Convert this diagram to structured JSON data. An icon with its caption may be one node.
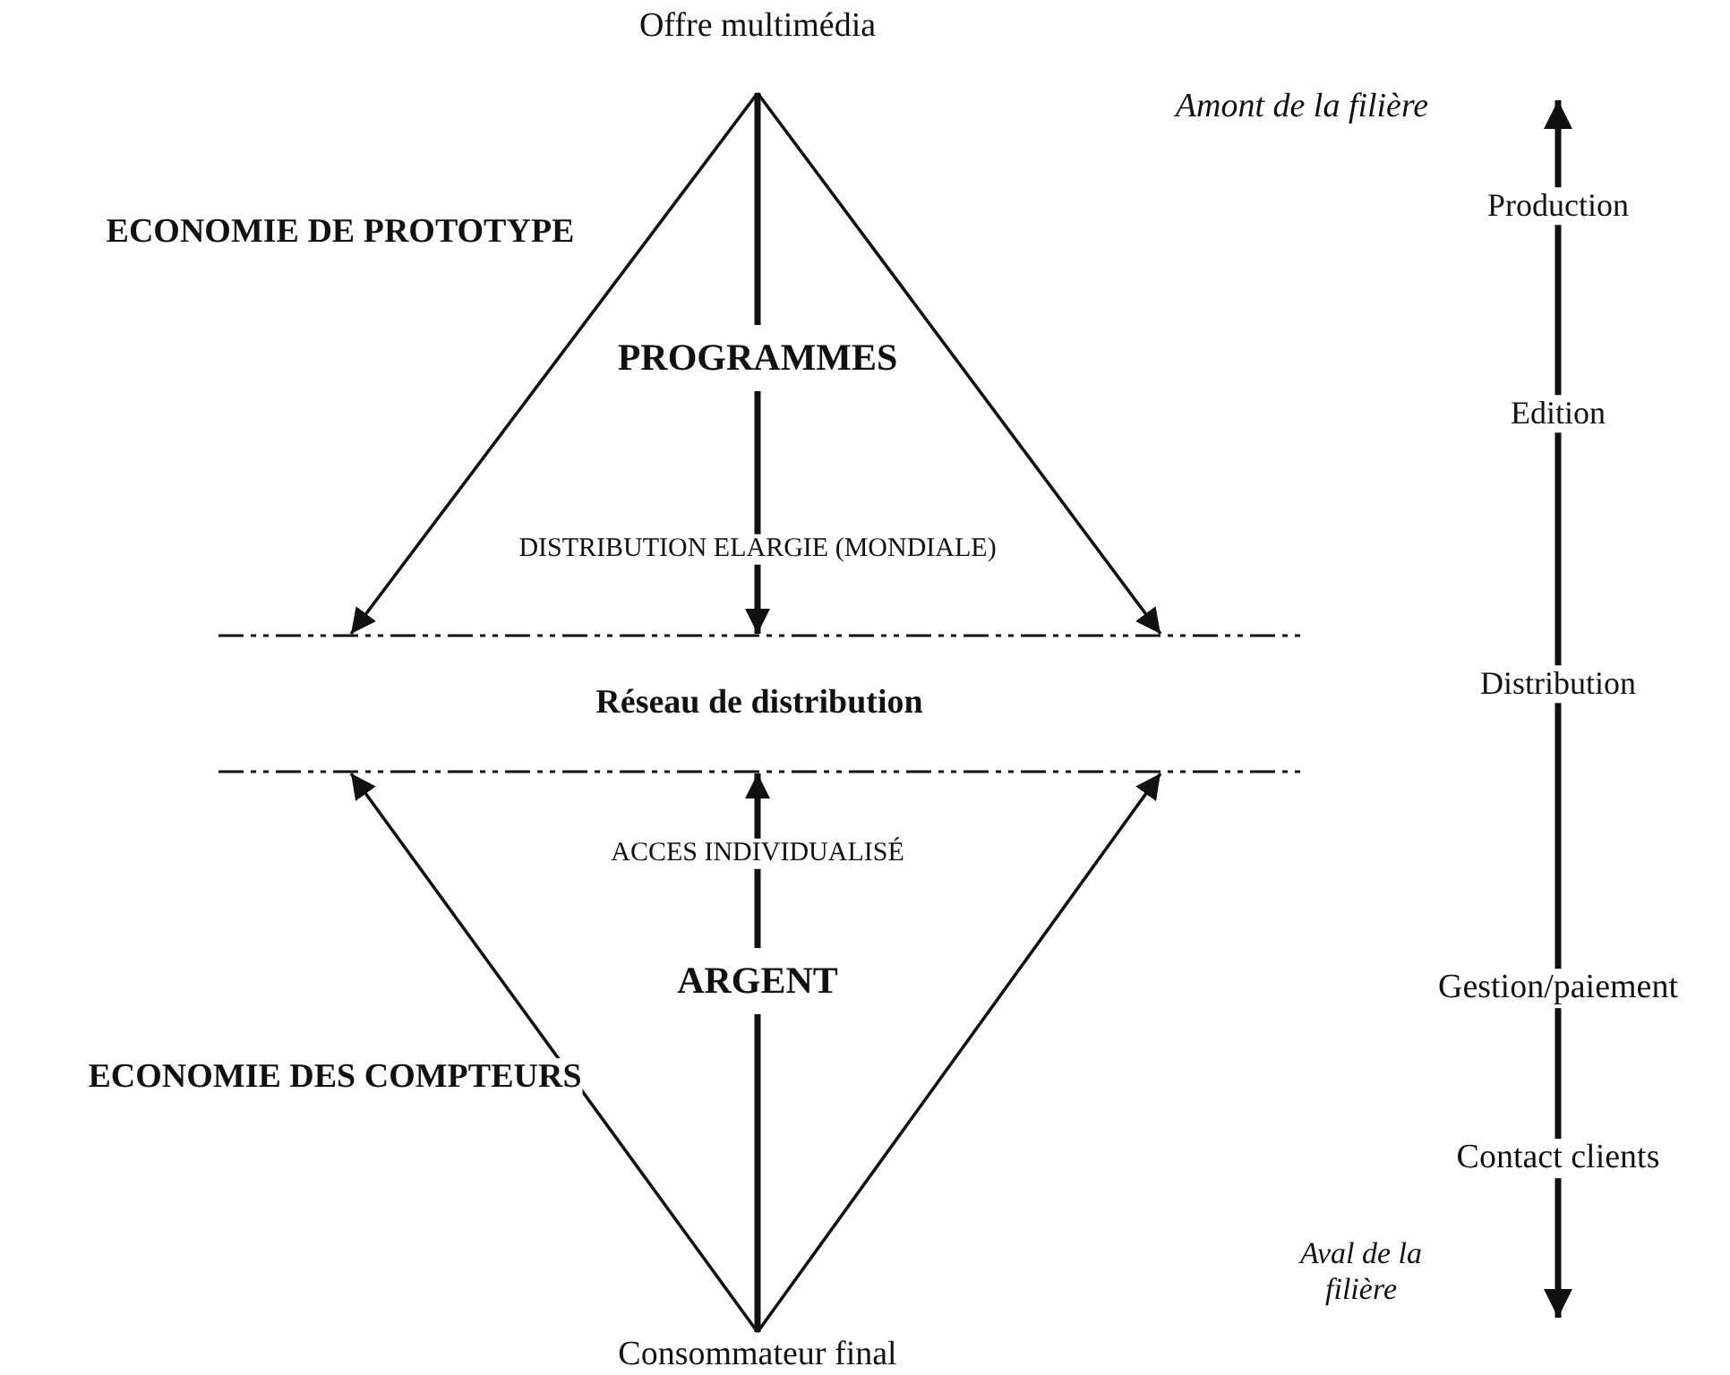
{
  "diagram": {
    "nodes": [
      {
        "text": [
          "Offre multimédia"
        ]
      },
      {
        "text": [
          "Réseau de distribution"
        ]
      },
      {
        "text": [
          "Consommateur final"
        ]
      }
    ],
    "edges": [
      {
        "from": 0,
        "to": 1,
        "arrow": "to"
      },
      {
        "from": 0,
        "to": 1,
        "arrow": "to",
        "style": "thick",
        "label": "PROGRAMMES"
      },
      {
        "from": 0,
        "to": 1,
        "arrow": "to"
      },
      {
        "from": 2,
        "to": 1,
        "arrow": "to"
      },
      {
        "from": 2,
        "to": 1,
        "arrow": "to",
        "style": "thick",
        "label": "ARGENT"
      },
      {
        "from": 2,
        "to": 1,
        "arrow": "to"
      }
    ],
    "labels": [
      "Amont de la filière",
      "ECONOMIE DE PROTOTYPE",
      "Production",
      "Edition",
      "DISTRIBUTION ELARGIE (MONDIALE)",
      "Distribution",
      "ACCES INDIVIDUALISÉ",
      "Gestion/paiement",
      "ECONOMIE DES COMPTEURS",
      "Contact clients",
      "Aval de la filière"
    ]
  }
}
